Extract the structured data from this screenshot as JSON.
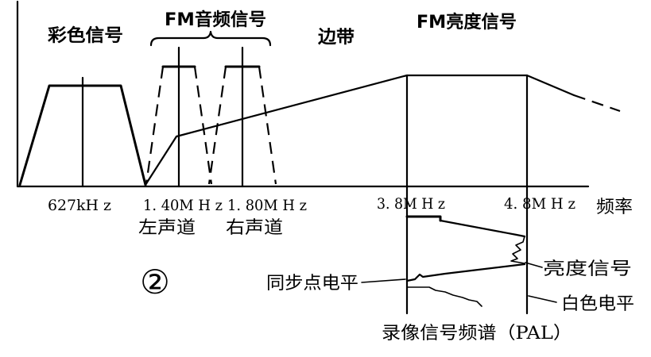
{
  "figure": {
    "number": "②",
    "caption": "录像信号频谱（PAL）"
  },
  "bands": {
    "chroma": "彩色信号",
    "fm_audio": "FM音频信号",
    "sideband": "边带",
    "fm_luma": "FM亮度信号"
  },
  "axis": {
    "x_label": "频率",
    "ticks": [
      "627kH z",
      "1. 40M H z",
      "1. 80M H z",
      "3. 8M H z",
      "4. 8M H z"
    ]
  },
  "channels": {
    "left": "左声道",
    "right": "右声道"
  },
  "levels": {
    "sync_tip": "同步点电平",
    "luminance": "亮度信号",
    "white": "白色电平"
  },
  "colors": {
    "ink": "#000000",
    "paper": "#ffffff"
  }
}
